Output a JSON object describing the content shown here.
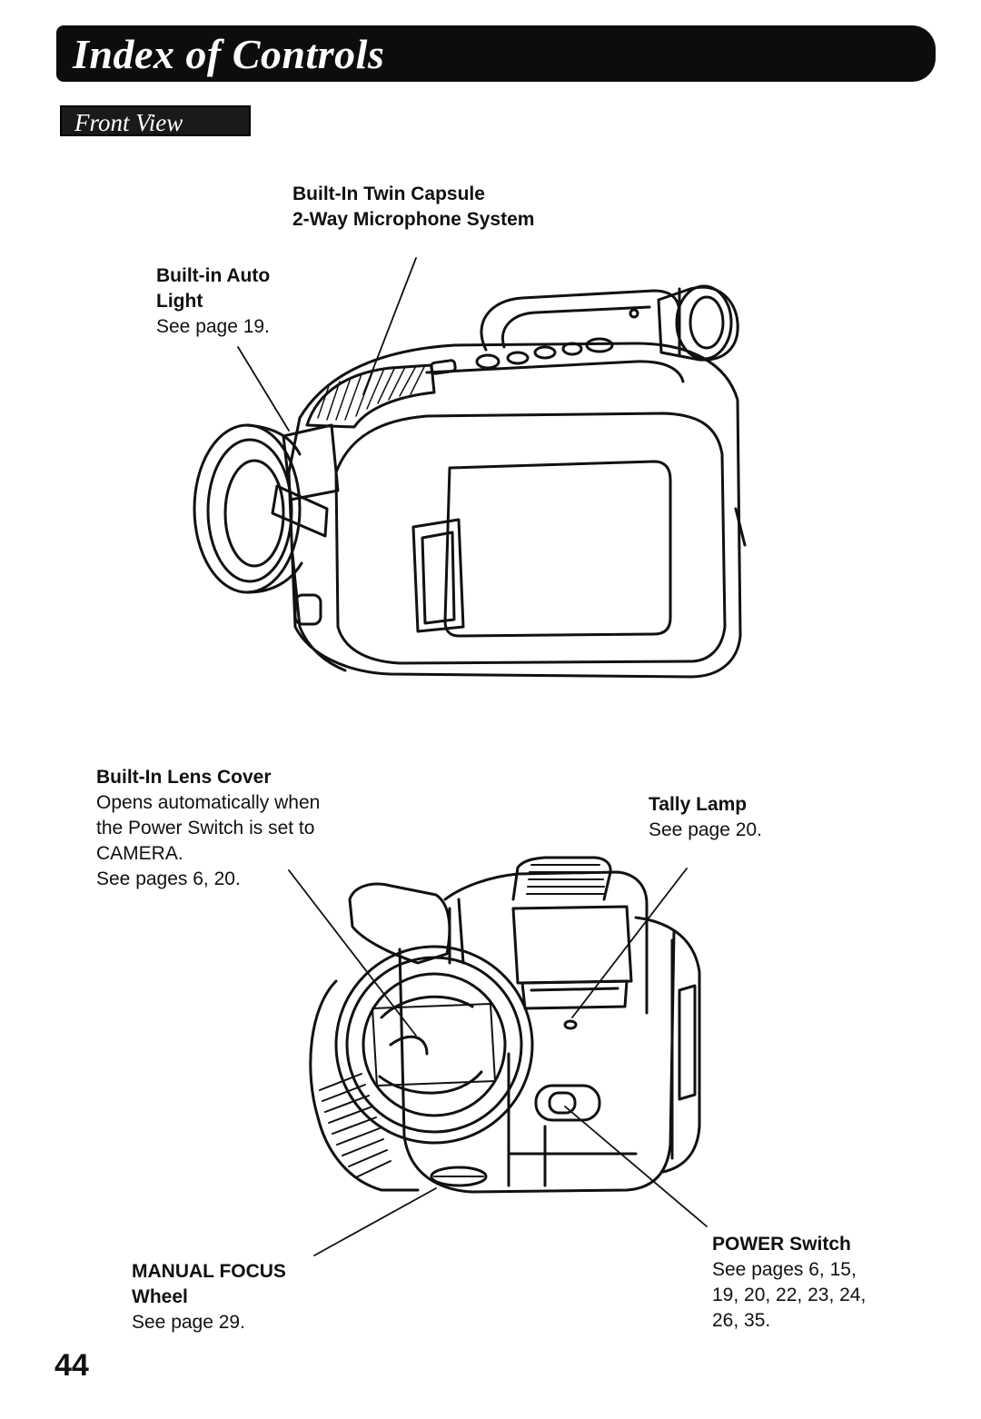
{
  "header": {
    "title": "Index of Controls"
  },
  "section": {
    "title": "Front View"
  },
  "labels": {
    "microphone": {
      "line1": "Built-In Twin Capsule",
      "line2": "2-Way Microphone System"
    },
    "auto_light": {
      "line1": "Built-in Auto",
      "line2": "Light",
      "ref": "See page 19."
    },
    "lens_cover": {
      "title": "Built-In Lens Cover",
      "desc1": "Opens automatically when",
      "desc2": "the Power Switch is set to",
      "desc3": "CAMERA.",
      "ref": "See pages 6, 20."
    },
    "tally_lamp": {
      "title": "Tally Lamp",
      "ref": "See page 20."
    },
    "manual_focus": {
      "line1": "MANUAL FOCUS",
      "line2": "Wheel",
      "ref": "See page 29."
    },
    "power_switch": {
      "title": "POWER Switch",
      "ref1": "See pages 6, 15,",
      "ref2": "19, 20, 22, 23, 24,",
      "ref3": "26, 35."
    }
  },
  "page": {
    "number": "44"
  },
  "illustrations": {
    "upper": "camcorder-three-quarter-front-view",
    "lower": "camcorder-straight-front-view"
  }
}
